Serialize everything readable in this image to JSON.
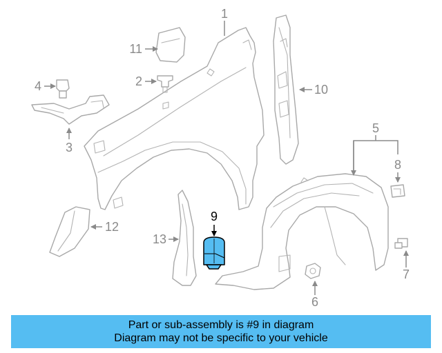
{
  "diagram": {
    "callouts": {
      "c1": "1",
      "c2": "2",
      "c3": "3",
      "c4": "4",
      "c5": "5",
      "c6": "6",
      "c7": "7",
      "c8": "8",
      "c9": "9",
      "c10": "10",
      "c11": "11",
      "c12": "12",
      "c13": "13"
    },
    "highlighted_part": "9",
    "colors": {
      "highlight_fill": "#55bdf2",
      "line": "#a8a8a8",
      "banner": "#55bdf2"
    }
  },
  "banner": {
    "line1": "Part or sub-assembly is #9 in diagram",
    "line2": "Diagram may not be specific to your vehicle"
  }
}
